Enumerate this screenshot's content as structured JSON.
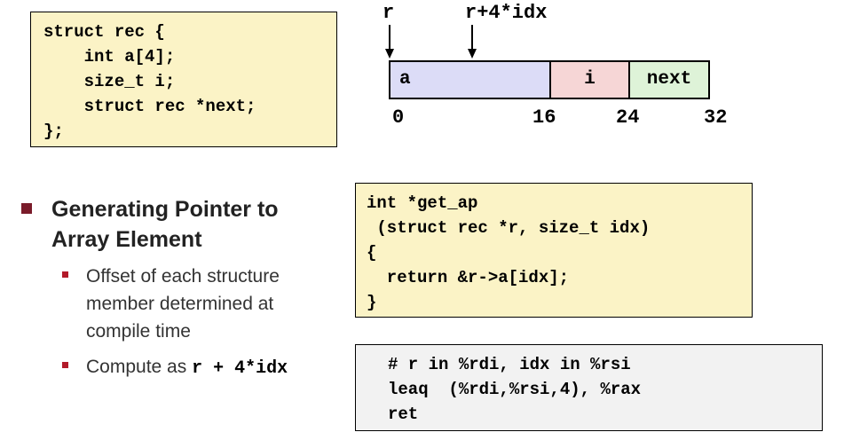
{
  "struct_code": {
    "lines": [
      "struct rec {",
      "    int a[4];",
      "    size_t i;",
      "    struct rec *next;",
      "};"
    ]
  },
  "diagram": {
    "pointer_r": "r",
    "pointer_r4": "r+4*idx",
    "fields": {
      "a": "a",
      "i": "i",
      "next": "next"
    },
    "offsets": {
      "o0": "0",
      "o16": "16",
      "o24": "24",
      "o32": "32"
    }
  },
  "bullets": {
    "main": "Generating Pointer to Array Element",
    "sub1": "Offset of each structure member determined at compile time",
    "sub2_prefix": "Compute as",
    "sub2_code": "r + 4*idx"
  },
  "func_code": {
    "lines": [
      "int *get_ap",
      " (struct rec *r, size_t idx)",
      "{",
      "  return &r->a[idx];",
      "}"
    ]
  },
  "asm_code": {
    "lines": [
      "# r in %rdi, idx in %rsi",
      "leaq  (%rdi,%rsi,4), %rax",
      "ret"
    ]
  },
  "colors": {
    "code_bg": "#fbf3c6",
    "asm_bg": "#f2f2f2",
    "field_a": "#dcdcf7",
    "field_i": "#f6d6d6",
    "field_next": "#def3d8",
    "bullet": "#7a1b2a"
  }
}
